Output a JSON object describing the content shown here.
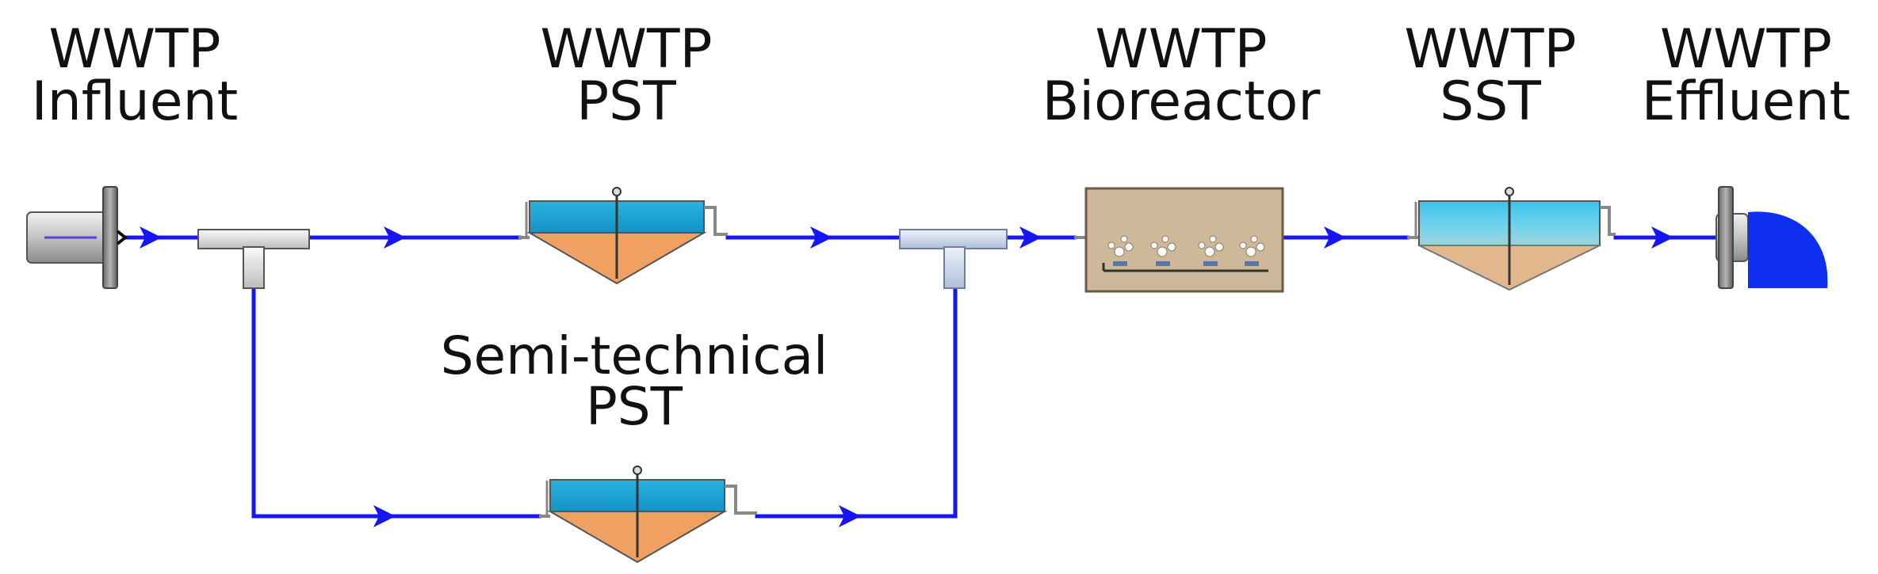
{
  "labels": {
    "influent": [
      "WWTP",
      "Influent"
    ],
    "pst": [
      "WWTP",
      "PST"
    ],
    "bioreactor": [
      "WWTP",
      "Bioreactor"
    ],
    "sst": [
      "WWTP",
      "SST"
    ],
    "effluent": [
      "WWTP",
      "Effluent"
    ],
    "semi_pst": [
      "Semi-technical",
      "PST"
    ]
  },
  "colors": {
    "pipe": "#1515f5",
    "water": "#1a9fd2",
    "sludge": "#f0a060",
    "bioreactor_fill": "#cdb99a",
    "fitting": "#d9d9d9",
    "outline": "#555555",
    "effluent_plume": "#0f2ff0"
  },
  "icons": [
    "pipe-inlet-icon",
    "splitter-icon",
    "clarifier-icon",
    "bioreactor-icon",
    "outlet-icon",
    "flow-arrow-icon"
  ]
}
